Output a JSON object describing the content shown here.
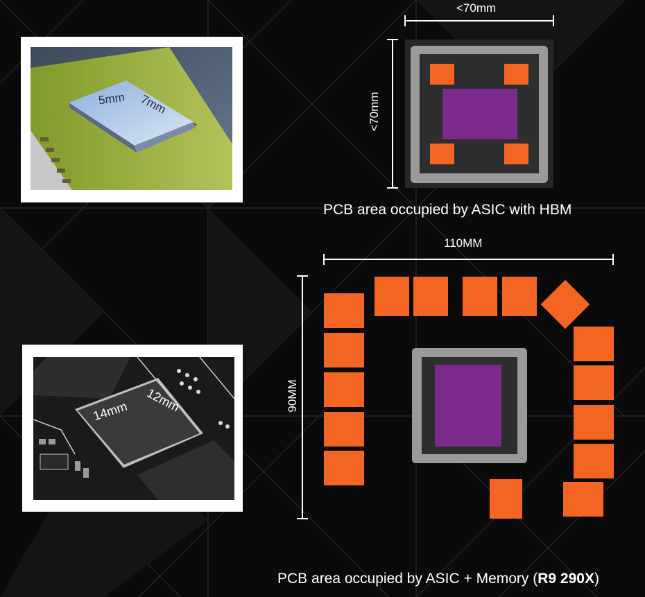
{
  "photos": {
    "hbm_photo": {
      "dim_a": "5mm",
      "dim_b": "7mm"
    },
    "gddr5_photo": {
      "dim_a": "14mm",
      "dim_b": "12mm"
    }
  },
  "hbm_diagram": {
    "width_label": "<70mm",
    "height_label": "<70mm",
    "caption": "PCB area occupied by ASIC with HBM"
  },
  "gddr5_diagram": {
    "width_label": "110MM",
    "height_label": "90MM",
    "caption_main": "PCB area occupied by ASIC + Memory (",
    "caption_bold": "R9 290X",
    "caption_end": ")"
  },
  "colors": {
    "memory_chip": "#f26522",
    "gpu_die": "#7a2b8c",
    "package_outer": "#9a9a9a",
    "package_inner": "#2e2e2e",
    "background": "#0a0a0a"
  }
}
